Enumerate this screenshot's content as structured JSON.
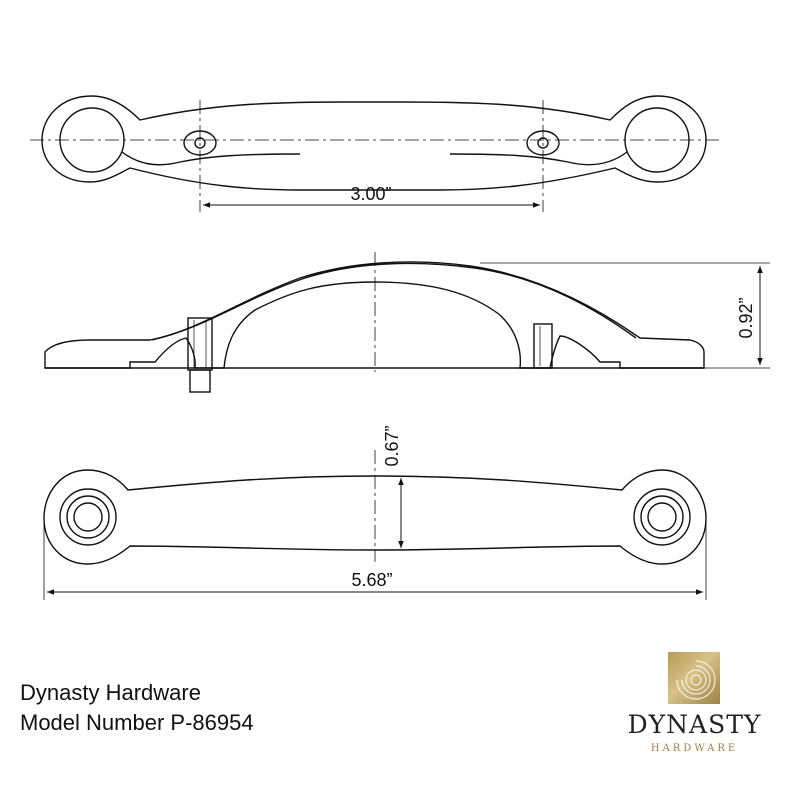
{
  "dimensions": {
    "hole_spacing": "3.00”",
    "height": "0.92”",
    "center_depth": "0.67”",
    "overall_length": "5.68”"
  },
  "caption": {
    "brand": "Dynasty Hardware",
    "model": "Model Number P-86954"
  },
  "logo": {
    "wordmark": "DYNASTY",
    "subtitle": "HARDWARE",
    "gold": "#b79a56"
  },
  "colors": {
    "line": "#111111",
    "highlight": "#e8e000"
  }
}
